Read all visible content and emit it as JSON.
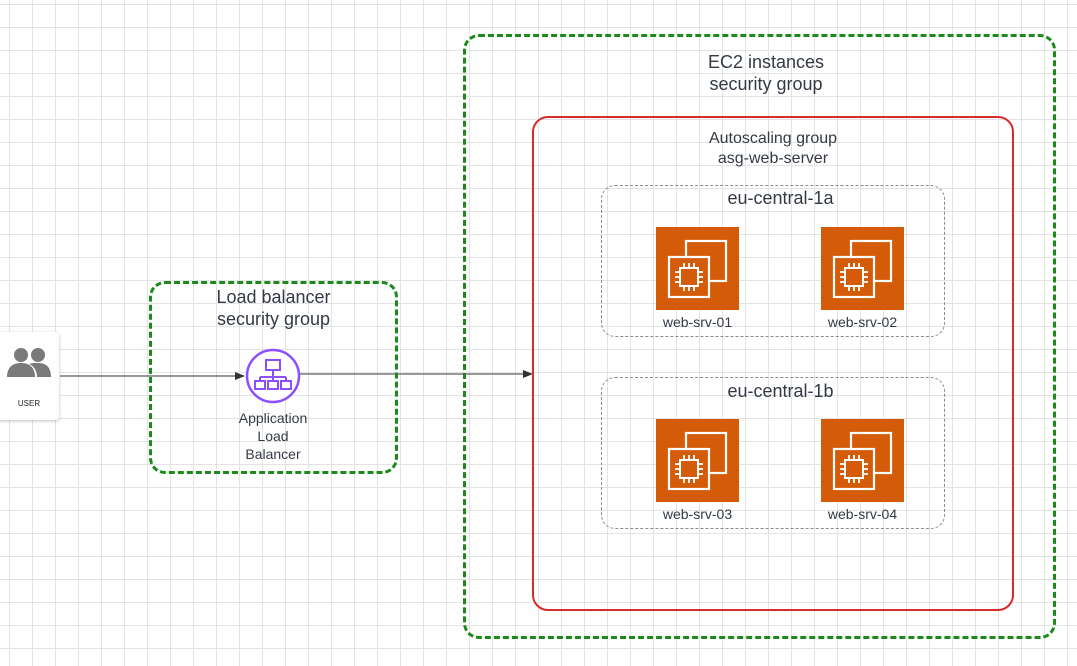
{
  "user": {
    "label": "USER",
    "icon": "users-icon"
  },
  "load_balancer_sg": {
    "label_line1": "Load balancer",
    "label_line2": "security group",
    "border_color": "#1a8a1a"
  },
  "alb": {
    "label_line1": "Application",
    "label_line2": "Load",
    "label_line3": "Balancer",
    "icon": "application-load-balancer-icon",
    "color": "#8c4fff"
  },
  "ec2_sg": {
    "label_line1": "EC2 instances",
    "label_line2": "security group",
    "border_color": "#1a8a1a"
  },
  "asg": {
    "label_line1": "Autoscaling group",
    "label_line2": "asg-web-server",
    "border_color": "#d62c2c"
  },
  "zones": [
    {
      "name": "eu-central-1a",
      "instances": [
        {
          "name": "web-srv-01"
        },
        {
          "name": "web-srv-02"
        }
      ]
    },
    {
      "name": "eu-central-1b",
      "instances": [
        {
          "name": "web-srv-03"
        },
        {
          "name": "web-srv-04"
        }
      ]
    }
  ],
  "ec2_color": "#d45b07"
}
